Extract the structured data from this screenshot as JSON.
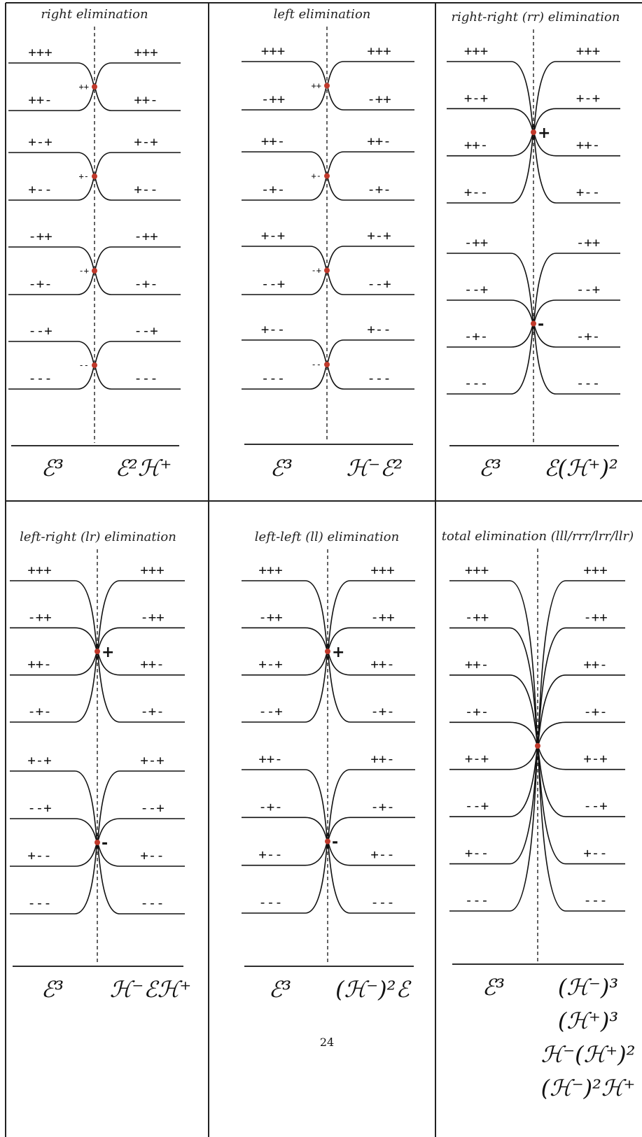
{
  "page_number": "24",
  "panels": [
    {
      "title": "right elimination",
      "formula_left": "ℰ³",
      "formula_right": [
        "ℰ²ℋ⁺"
      ],
      "groups": [
        {
          "left": [
            "+++",
            "++-"
          ],
          "right": [
            "+++",
            "++-"
          ],
          "tag": "++"
        },
        {
          "left": [
            "+-+",
            "+--"
          ],
          "right": [
            "+-+",
            "+--"
          ],
          "tag": "+-"
        },
        {
          "left": [
            "-++",
            "-+-"
          ],
          "right": [
            "-++",
            "-+-"
          ],
          "tag": "-+"
        },
        {
          "left": [
            "--+",
            "---"
          ],
          "right": [
            "--+",
            "---"
          ],
          "tag": "--"
        }
      ]
    },
    {
      "title": "left elimination",
      "formula_left": "ℰ³",
      "formula_right": [
        "ℋ⁻ℰ²"
      ],
      "groups": [
        {
          "left": [
            "+++",
            "-++"
          ],
          "right": [
            "+++",
            "-++"
          ],
          "tag": "++"
        },
        {
          "left": [
            "++-",
            "-+-"
          ],
          "right": [
            "++-",
            "-+-"
          ],
          "tag": "+-"
        },
        {
          "left": [
            "+-+",
            "--+"
          ],
          "right": [
            "+-+",
            "--+"
          ],
          "tag": "-+"
        },
        {
          "left": [
            "+--",
            "---"
          ],
          "right": [
            "+--",
            "---"
          ],
          "tag": "--"
        }
      ]
    },
    {
      "title": "right-right (rr) elimination",
      "formula_left": "ℰ³",
      "formula_right": [
        "ℰ(ℋ⁺)²"
      ],
      "groups": [
        {
          "left": [
            "+++",
            "+-+",
            "++-",
            "+--"
          ],
          "right": [
            "+++",
            "+-+",
            "++-",
            "+--"
          ],
          "tag": "+"
        },
        {
          "left": [
            "-++",
            "--+",
            "-+-",
            "---"
          ],
          "right": [
            "-++",
            "--+",
            "-+-",
            "---"
          ],
          "tag": "-"
        }
      ]
    },
    {
      "title": "left-right (lr) elimination",
      "formula_left": "ℰ³",
      "formula_right": [
        "ℋ⁻ℰℋ⁺"
      ],
      "groups": [
        {
          "left": [
            "+++",
            "-++",
            "++-",
            "-+-"
          ],
          "right": [
            "+++",
            "-++",
            "++-",
            "-+-"
          ],
          "tag": "+"
        },
        {
          "left": [
            "+-+",
            "--+",
            "+--",
            "---"
          ],
          "right": [
            "+-+",
            "--+",
            "+--",
            "---"
          ],
          "tag": "-"
        }
      ]
    },
    {
      "title": "left-left (ll) elimination",
      "formula_left": "ℰ³",
      "formula_right": [
        "(ℋ⁻)²ℰ"
      ],
      "groups": [
        {
          "left": [
            "+++",
            "-++",
            "+-+",
            "--+"
          ],
          "right": [
            "+++",
            "-++",
            "++-",
            "-+-"
          ],
          "tag": "+"
        },
        {
          "left": [
            "++-",
            "-+-",
            "+--",
            "---"
          ],
          "right": [
            "++-",
            "-+-",
            "+--",
            "---"
          ],
          "tag": "-"
        }
      ]
    },
    {
      "title": "total elimination (lll/rrr/lrr/llr)",
      "formula_left": "ℰ³",
      "formula_right": [
        "(ℋ⁻)³",
        "(ℋ⁺)³",
        "ℋ⁻(ℋ⁺)²",
        "(ℋ⁻)²ℋ⁺"
      ],
      "groups": [
        {
          "left": [
            "+++",
            "-++",
            "++-",
            "-+-",
            "+-+",
            "--+",
            "+--",
            "---"
          ],
          "right": [
            "+++",
            "-++",
            "++-",
            "-+-",
            "+-+",
            "--+",
            "+--",
            "---"
          ],
          "tag": ""
        }
      ]
    }
  ],
  "colors": {
    "line": "#111111",
    "dot": "#c0392b",
    "border": "#222222"
  }
}
